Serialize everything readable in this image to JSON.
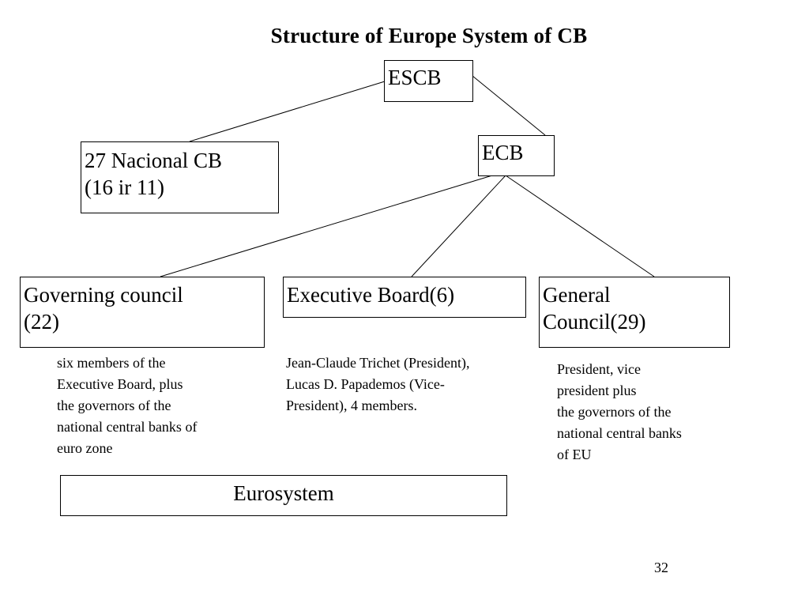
{
  "slide": {
    "title": "Structure of  Europe System of  CB",
    "page_number": "32"
  },
  "nodes": {
    "escb": {
      "line1": "ESCB"
    },
    "national_cb": {
      "line1": "27 Nacional CB",
      "line2": "(16 ir 11)"
    },
    "ecb": {
      "line1": "ECB"
    },
    "governing_council": {
      "line1": "Governing council",
      "line2": "(22)"
    },
    "executive_board": {
      "line1": "Executive Board(6)"
    },
    "general_council": {
      "line1": "General",
      "line2": "Council(29)"
    },
    "eurosystem": {
      "line1": "Eurosystem"
    }
  },
  "notes": {
    "governing_council": [
      "six members of the",
      "Executive Board, plus",
      "the governors of the",
      "national central banks of",
      "euro zone"
    ],
    "executive_board": [
      "Jean-Claude Trichet (President),",
      "Lucas D. Papademos (Vice-",
      "President), 4 members."
    ],
    "general_council": [
      "President, vice",
      "president plus",
      "the governors of the",
      "national central banks",
      "of EU"
    ]
  }
}
